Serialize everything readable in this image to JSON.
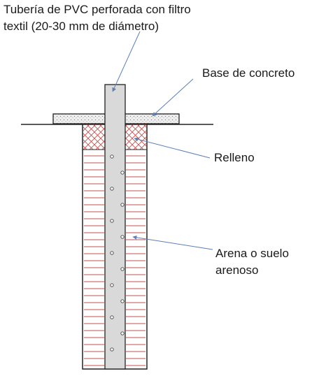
{
  "labels": {
    "pipe_line1": "Tubería de PVC perforada con filtro",
    "pipe_line2": "textil (20-30 mm de diámetro)",
    "concrete_base": "Base de concreto",
    "backfill": "Relleno",
    "sand_line1": "Arena o suelo",
    "sand_line2": "arenoso"
  },
  "colors": {
    "outline": "#222222",
    "brick_lines": "#c0504d",
    "crosshatch": "#c0504d",
    "pipe_fill": "#d9d9d9",
    "concrete_fill": "#e8e8e8",
    "leader_lines": "#5b7fb6",
    "text": "#1a1a1a"
  }
}
